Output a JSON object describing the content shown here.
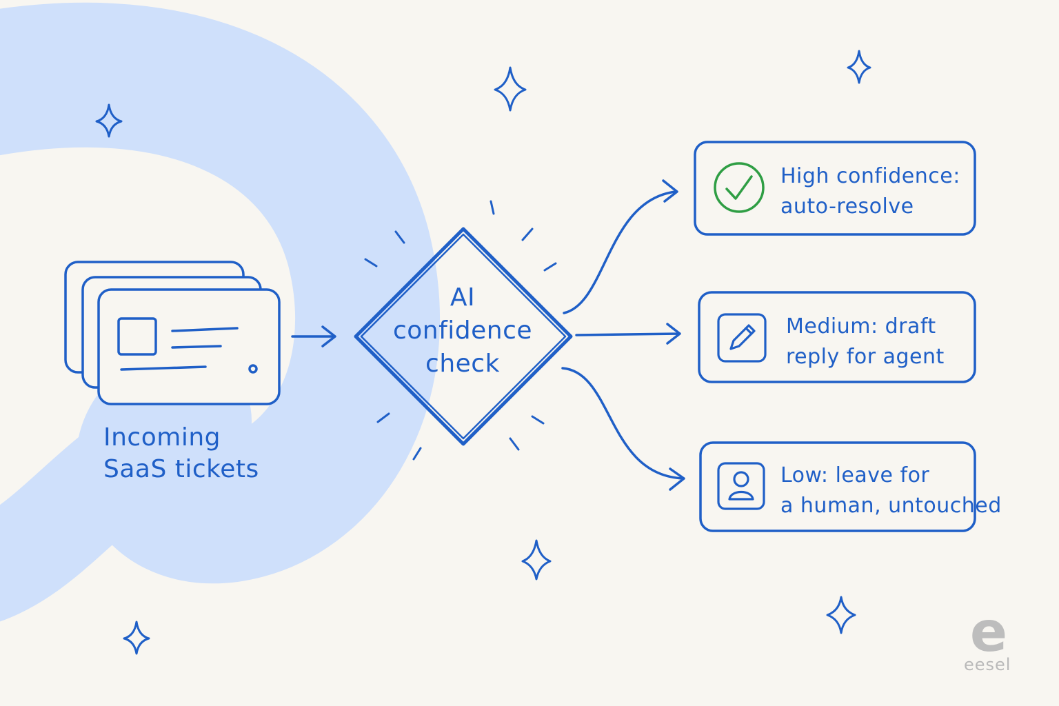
{
  "colors": {
    "background": "#f8f6f1",
    "ink": "#1f5fc7",
    "swirl": "#cfe0fb",
    "check_green": "#2f9e44",
    "logo_gray": "#bdbdbd"
  },
  "diagram": {
    "source": {
      "line1": "Incoming",
      "line2": "SaaS tickets",
      "icon": "ticket-stack-icon"
    },
    "decision": {
      "line1": "AI",
      "line2": "confidence",
      "line3": "check"
    },
    "outcomes": [
      {
        "line1": "High confidence:",
        "line2": "auto-resolve",
        "icon": "check-circle-icon"
      },
      {
        "line1": "Medium: draft",
        "line2": "reply for agent",
        "icon": "pencil-icon"
      },
      {
        "line1": "Low: leave for",
        "line2": "a human, untouched",
        "icon": "person-icon"
      }
    ]
  },
  "brand": {
    "name": "eesel",
    "mark": "e"
  }
}
